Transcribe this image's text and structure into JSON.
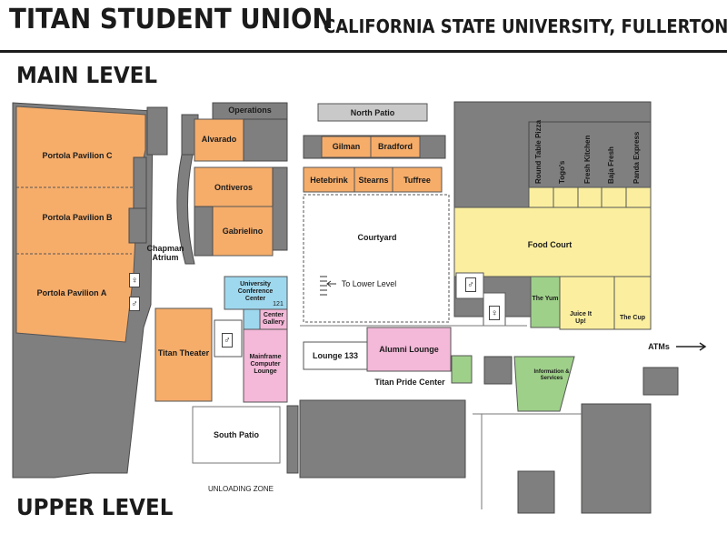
{
  "header": {
    "title": "TITAN STUDENT UNION",
    "university": "CALIFORNIA STATE UNIVERSITY, FULLERTON"
  },
  "levels": {
    "main": "MAIN LEVEL",
    "upper": "UPPER LEVEL"
  },
  "rooms": {
    "portola_c": "Portola Pavilion C",
    "portola_b": "Portola Pavilion B",
    "portola_a": "Portola Pavilion A",
    "operations": "Operations",
    "alvarado": "Alvarado",
    "ontiveros": "Ontiveros",
    "gabrielino": "Gabrielino",
    "chapman": "Chapman Atrium",
    "north_patio": "North Patio",
    "gilman": "Gilman",
    "bradford": "Bradford",
    "hetebrink": "Hetebrink",
    "stearns": "Stearns",
    "tuffree": "Tuffree",
    "courtyard": "Courtyard",
    "to_lower": "To Lower Level",
    "university_conf": "University Conference Center",
    "room_121": "121",
    "center_gallery": "Center Gallery",
    "titan_theater": "Titan Theater",
    "mainframe": "Mainframe Computer Lounge",
    "lounge133": "Lounge 133",
    "alumni": "Alumni Lounge",
    "titan_pride": "Titan Pride Center",
    "south_patio": "South Patio",
    "unloading": "UNLOADING ZONE",
    "food_court": "Food Court",
    "the_yum": "The Yum",
    "juice": "Juice It Up!",
    "the_cup": "The Cup",
    "atms": "ATMs",
    "info": "Information & Services"
  },
  "vendors": [
    "Round Table Pizza",
    "Togo's",
    "Fresh Kitchen",
    "Baja Fresh",
    "Panda Express"
  ],
  "colors": {
    "orange": "#f6ad6a",
    "gray": "#7f7f80",
    "yellow": "#fbef9f",
    "green": "#9fd08a",
    "pink": "#f4b8d8",
    "blue": "#9ed8ee",
    "light": "#c9c9c9"
  }
}
